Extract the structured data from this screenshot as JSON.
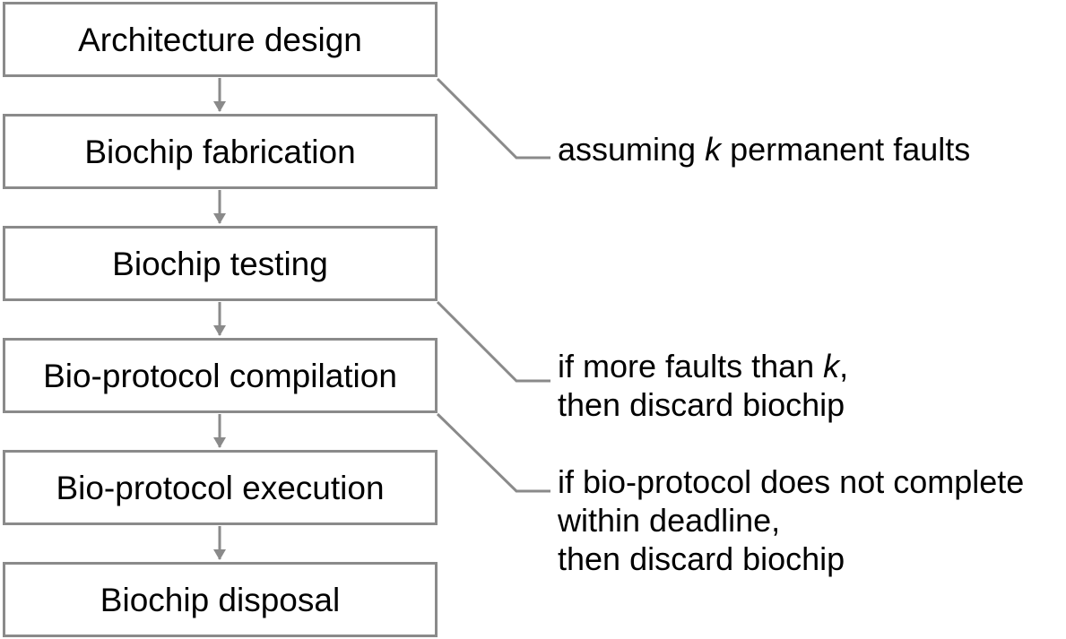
{
  "steps": [
    {
      "label": "Architecture design"
    },
    {
      "label": "Biochip fabrication"
    },
    {
      "label": "Biochip testing"
    },
    {
      "label": "Bio-protocol compilation"
    },
    {
      "label": "Bio-protocol execution"
    },
    {
      "label": "Biochip disposal"
    }
  ],
  "notes": {
    "permanent_faults": {
      "line1_pre": "assuming ",
      "line1_var": "k",
      "line1_post": " permanent faults"
    },
    "testing": {
      "line1_pre": "if more faults than ",
      "line1_var": "k",
      "line1_post": ",",
      "line2": "then discard biochip"
    },
    "execution": {
      "line1": "if bio-protocol does not complete",
      "line2": "within deadline,",
      "line3": "then discard biochip"
    }
  },
  "colors": {
    "border": "#8a8a8a",
    "text": "#000000",
    "background": "#ffffff"
  }
}
